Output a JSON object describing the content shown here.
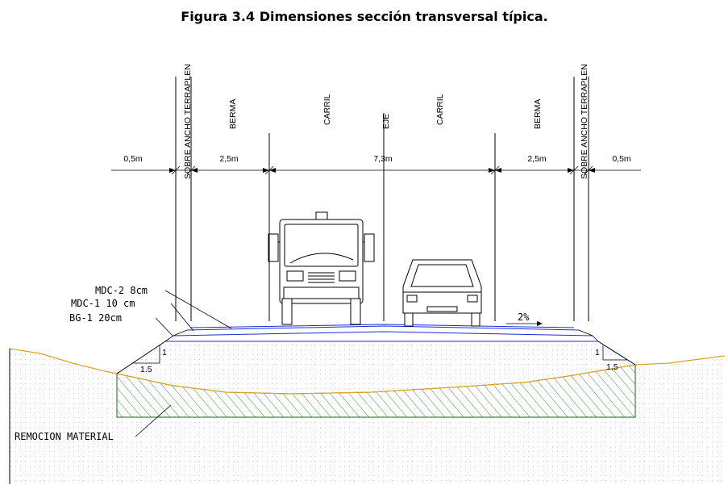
{
  "title": "Figura 3.4 Dimensiones sección transversal típica.",
  "column_labels": {
    "sobre_ancho_left": "SOBRE ANCHO TERRAPLEN",
    "berma_left": "BERMA",
    "carril_left": "CARRIL",
    "eje": "EJE",
    "carril_right": "CARRIL",
    "berma_right": "BERMA",
    "sobre_ancho_right": "SOBRE ANCHO TERRAPLEN"
  },
  "dimensions": {
    "outer_left": "0,5m",
    "berma_left": "2,5m",
    "calzada": "7,3m",
    "berma_right": "2,5m",
    "outer_right": "0,5m"
  },
  "layers": {
    "mdc2": "MDC-2  8cm",
    "mdc1": "MDC-1  10  cm",
    "bg1": "BG-1  20cm"
  },
  "slope": {
    "pct": "2%",
    "left_v": "1",
    "left_h": "1.5",
    "right_v": "1",
    "right_h": "1,5"
  },
  "removal_label": "REMOCION  MATERIAL",
  "colors": {
    "pavement": "#1f2bd6",
    "ground_line": "#d9a62a",
    "removal_hatch": "#2f7d2f",
    "removal_border": "#1f5f1f"
  }
}
